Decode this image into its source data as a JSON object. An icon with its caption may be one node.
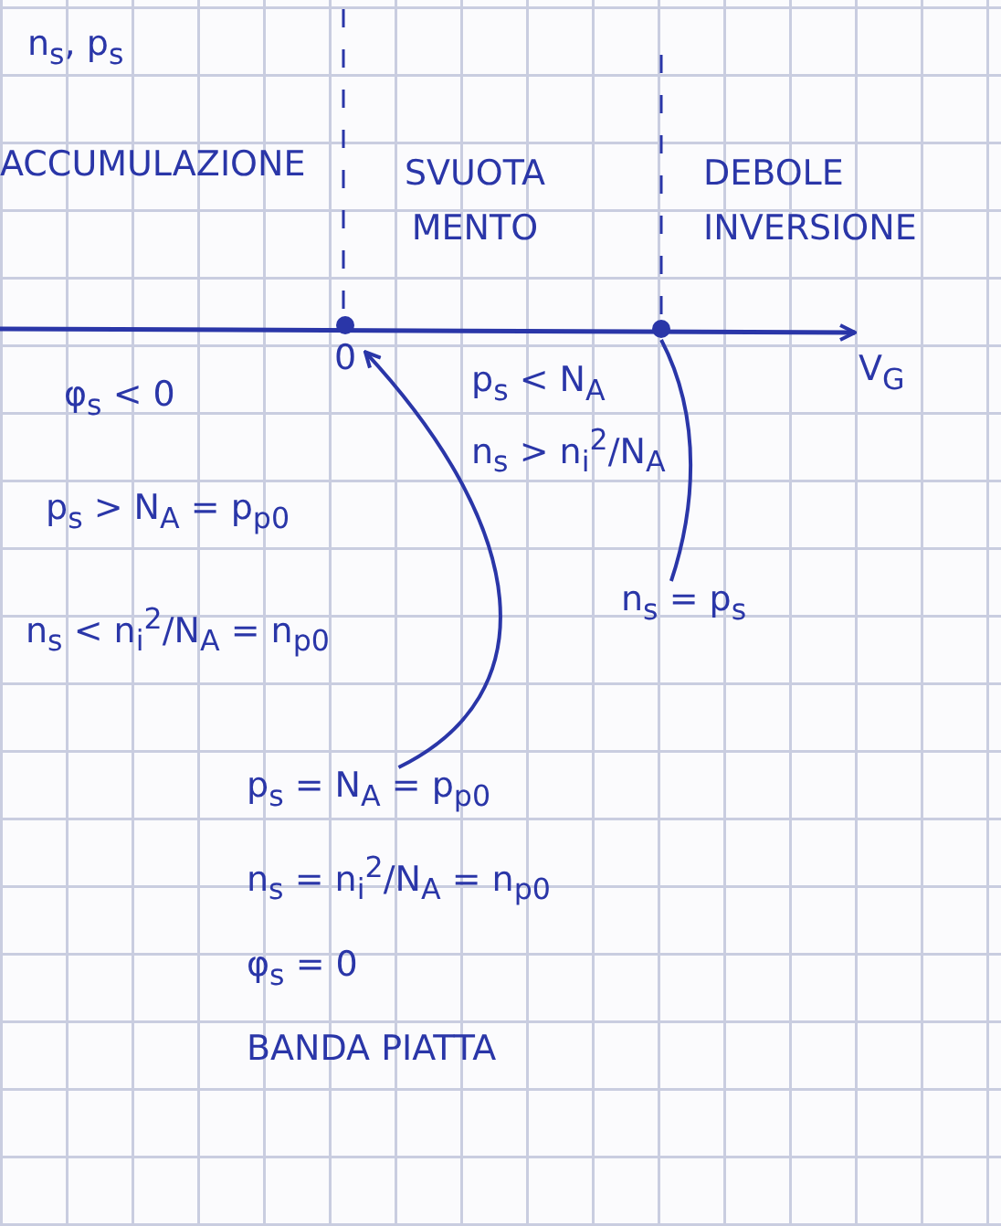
{
  "diagram": {
    "nodes": [
      {
        "text": [],
        "shape": "circle",
        "beside": [
          "0"
        ]
      },
      {
        "text": [],
        "shape": "circle"
      },
      {
        "text": [
          "n$_{s}$ = p$_{s}$"
        ]
      },
      {
        "text": [
          "p$_{s}$ = N$_{A}$ = p$_{p0}$",
          "n$_{s}$ = n$_{i}$$^{2}$/N$_{A}$ = n$_{p0}$",
          "φ$_{s}$ = 0",
          "BANDA PIATTA"
        ]
      }
    ],
    "edges": [
      {
        "from": 3,
        "to": 0,
        "arrow": "to"
      },
      {
        "from": 1,
        "to": 2,
        "arrow": "none"
      }
    ],
    "labels": [
      "n$_{s}$, p$_{s}$",
      "ACCUMULAZIONE",
      "SVUOTA MENTO",
      "DEBOLE INVERSIONE",
      "V$_{G}$",
      "φ$_{s}$ < 0",
      "p$_{s}$ < N$_{A}$",
      "n$_{s}$ > n$_{i}$$^{2}$/N$_{A}$",
      "p$_{s}$ > N$_{A}$ = p$_{p0}$",
      "n$_{s}$ < n$_{i}$$^{2}$/N$_{A}$ = n$_{p0}$"
    ]
  }
}
